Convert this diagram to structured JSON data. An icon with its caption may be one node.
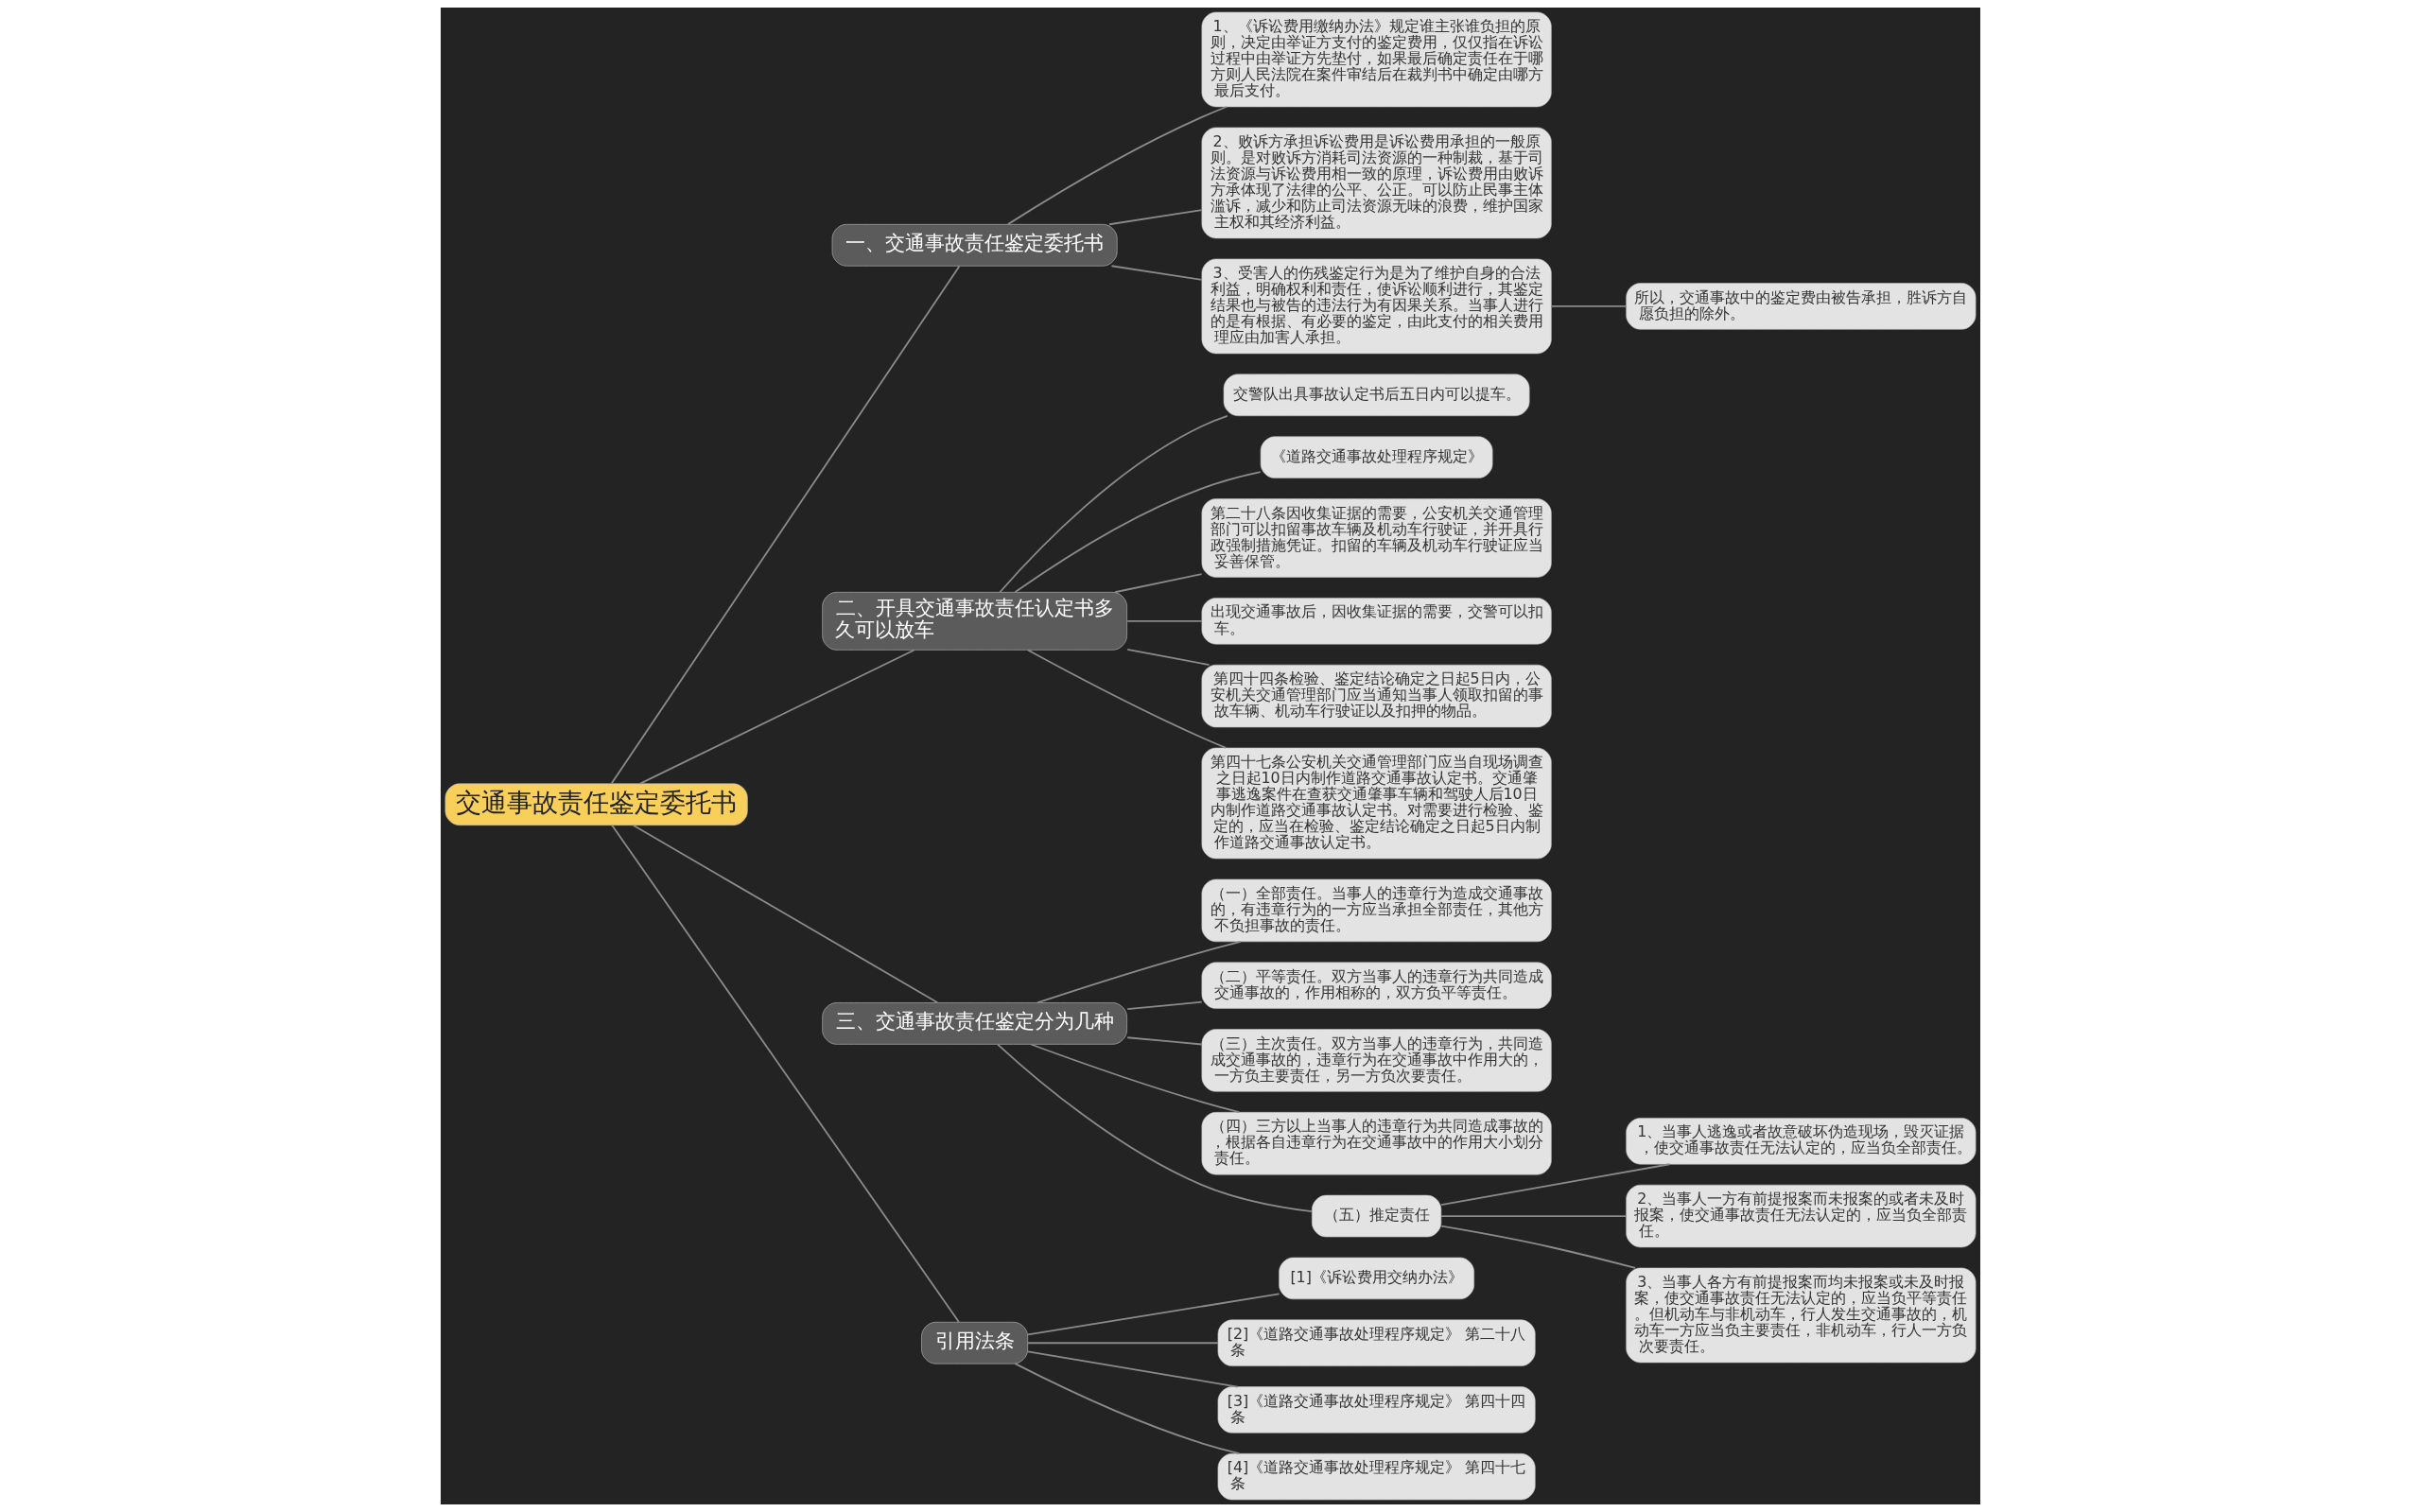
{
  "diagram": {
    "nodes": [
      {
        "text": [
          "交通事故责任鉴定委托书"
        ]
      },
      {
        "text": [
          "一、交通事故责任鉴定委托书"
        ]
      },
      {
        "text": [
          "1、《诉讼费用缴纳办法》规定谁主张谁负担的原则，决定由举证方支付的鉴定费用，仅仅指在诉讼过程中由举证方先垫付，如果最后确定责任在于哪方则人民法院在案件审结后在裁判书中确定由哪方最后支付。"
        ]
      },
      {
        "text": [
          "2、败诉方承担诉讼费用是诉讼费用承担的一般原则。是对败诉方消耗司法资源的一种制裁，基于司法资源与诉讼费用相一致的原理，诉讼费用由败诉方承体现了法律的公平、公正。可以防止民事主体滥诉，减少和防止司法资源无味的浪费，维护国家主权和其经济利益。"
        ]
      },
      {
        "text": [
          "3、受害人的伤残鉴定行为是为了维护自身的合法利益，明确权利和责任，使诉讼顺利进行，其鉴定结果也与被告的违法行为有因果关系。当事人进行的是有根据、有必要的鉴定，由此支付的相关费用理应由加害人承担。"
        ]
      },
      {
        "text": [
          "所以，交通事故中的鉴定费由被告承担，胜诉方自愿负担的除外。"
        ]
      },
      {
        "text": [
          "二、开具交通事故责任认定书多久可以放车"
        ]
      },
      {
        "text": [
          "交警队出具事故认定书后五日内可以提车。"
        ]
      },
      {
        "text": [
          "《道路交通事故处理程序规定》"
        ]
      },
      {
        "text": [
          "第二十八条因收集证据的需要，公安机关交通管理部门可以扣留事故车辆及机动车行驶证，并开具行政强制措施凭证。扣留的车辆及机动车行驶证应当妥善保管。"
        ]
      },
      {
        "text": [
          "出现交通事故后，因收集证据的需要，交警可以扣车。"
        ]
      },
      {
        "text": [
          "第四十四条检验、鉴定结论确定之日起5日内，公安机关交通管理部门应当通知当事人领取扣留的事故车辆、机动车行驶证以及扣押的物品。"
        ]
      },
      {
        "text": [
          "第四十七条公安机关交通管理部门应当自现场调查之日起10日内制作道路交通事故认定书。交通肇事逃逸案件在查获交通肇事车辆和驾驶人后10日内制作道路交通事故认定书。对需要进行检验、鉴定的，应当在检验、鉴定结论确定之日起5日内制作道路交通事故认定书。"
        ]
      },
      {
        "text": [
          "三、交通事故责任鉴定分为几种"
        ]
      },
      {
        "text": [
          "（一）全部责任。当事人的违章行为造成交通事故的，有违章行为的一方应当承担全部责任，其他方不负担事故的责任。"
        ]
      },
      {
        "text": [
          "（二）平等责任。双方当事人的违章行为共同造成交通事故的，作用相称的，双方负平等责任。"
        ]
      },
      {
        "text": [
          "（三）主次责任。双方当事人的违章行为，共同造成交通事故的，违章行为在交通事故中作用大的，一方负主要责任，另一方负次要责任。"
        ]
      },
      {
        "text": [
          "（四）三方以上当事人的违章行为共同造成事故的，根据各自违章行为在交通事故中的作用大小划分责任。"
        ]
      },
      {
        "text": [
          "（五）推定责任"
        ]
      },
      {
        "text": [
          "1、当事人逃逸或者故意破坏伪造现场，毁灭证据，使交通事故责任无法认定的，应当负全部责任。"
        ]
      },
      {
        "text": [
          "2、当事人一方有前提报案而未报案的或者未及时报案，使交通事故责任无法认定的，应当负全部责任。"
        ]
      },
      {
        "text": [
          "3、当事人各方有前提报案而均未报案或未及时报案，使交通事故责任无法认定的，应当负平等责任。但机动车与非机动车，行人发生交通事故的，机动车一方应当负主要责任，非机动车，行人一方负次要责任。"
        ]
      },
      {
        "text": [
          "引用法条"
        ]
      },
      {
        "text": [
          "[1]《诉讼费用交纳办法》"
        ]
      },
      {
        "text": [
          "[2]《道路交通事故处理程序规定》 第二十八条"
        ]
      },
      {
        "text": [
          "[3]《道路交通事故处理程序规定》 第四十四条"
        ]
      },
      {
        "text": [
          "[4]《道路交通事故处理程序规定》 第四十七条"
        ]
      }
    ],
    "edges": [
      {
        "from": 0,
        "to": 1,
        "arrow": "none"
      },
      {
        "from": 1,
        "to": 2,
        "arrow": "none"
      },
      {
        "from": 1,
        "to": 3,
        "arrow": "none"
      },
      {
        "from": 1,
        "to": 4,
        "arrow": "none"
      },
      {
        "from": 4,
        "to": 5,
        "arrow": "none"
      },
      {
        "from": 0,
        "to": 6,
        "arrow": "none"
      },
      {
        "from": 6,
        "to": 7,
        "arrow": "none"
      },
      {
        "from": 6,
        "to": 8,
        "arrow": "none"
      },
      {
        "from": 6,
        "to": 9,
        "arrow": "none"
      },
      {
        "from": 6,
        "to": 10,
        "arrow": "none"
      },
      {
        "from": 6,
        "to": 11,
        "arrow": "none"
      },
      {
        "from": 6,
        "to": 12,
        "arrow": "none"
      },
      {
        "from": 0,
        "to": 13,
        "arrow": "none"
      },
      {
        "from": 13,
        "to": 14,
        "arrow": "none"
      },
      {
        "from": 13,
        "to": 15,
        "arrow": "none"
      },
      {
        "from": 13,
        "to": 16,
        "arrow": "none"
      },
      {
        "from": 13,
        "to": 17,
        "arrow": "none"
      },
      {
        "from": 13,
        "to": 18,
        "arrow": "none"
      },
      {
        "from": 18,
        "to": 19,
        "arrow": "none"
      },
      {
        "from": 18,
        "to": 20,
        "arrow": "none"
      },
      {
        "from": 18,
        "to": 21,
        "arrow": "none"
      },
      {
        "from": 0,
        "to": 22,
        "arrow": "none"
      },
      {
        "from": 22,
        "to": 23,
        "arrow": "none"
      },
      {
        "from": 22,
        "to": 24,
        "arrow": "none"
      },
      {
        "from": 22,
        "to": 25,
        "arrow": "none"
      },
      {
        "from": 22,
        "to": 26,
        "arrow": "none"
      }
    ]
  }
}
